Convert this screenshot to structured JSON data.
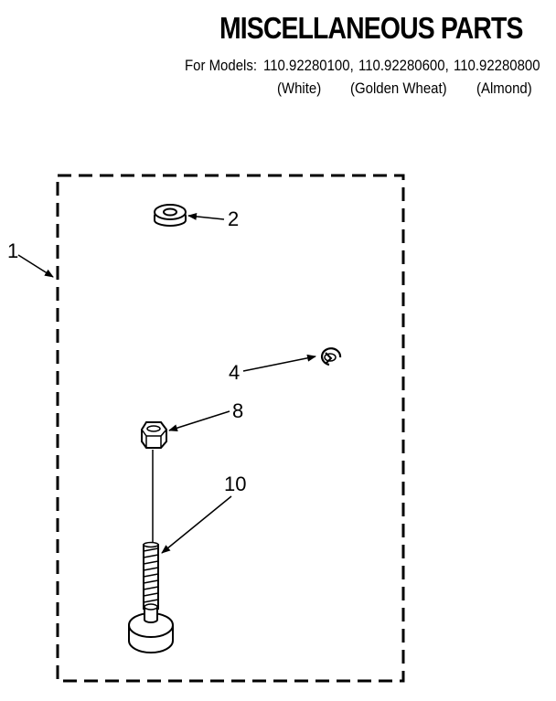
{
  "header": {
    "title": "MISCELLANEOUS PARTS",
    "models_prefix": "For Models:",
    "models": [
      {
        "number": "110.92280100,",
        "color": "(White)"
      },
      {
        "number": "110.92280600,",
        "color": "(Golden Wheat)"
      },
      {
        "number": "110.92280800",
        "color": "(Almond)"
      }
    ]
  },
  "callouts": {
    "kit": "1",
    "washer": "2",
    "clip": "4",
    "nut": "8",
    "leveling_leg": "10"
  }
}
